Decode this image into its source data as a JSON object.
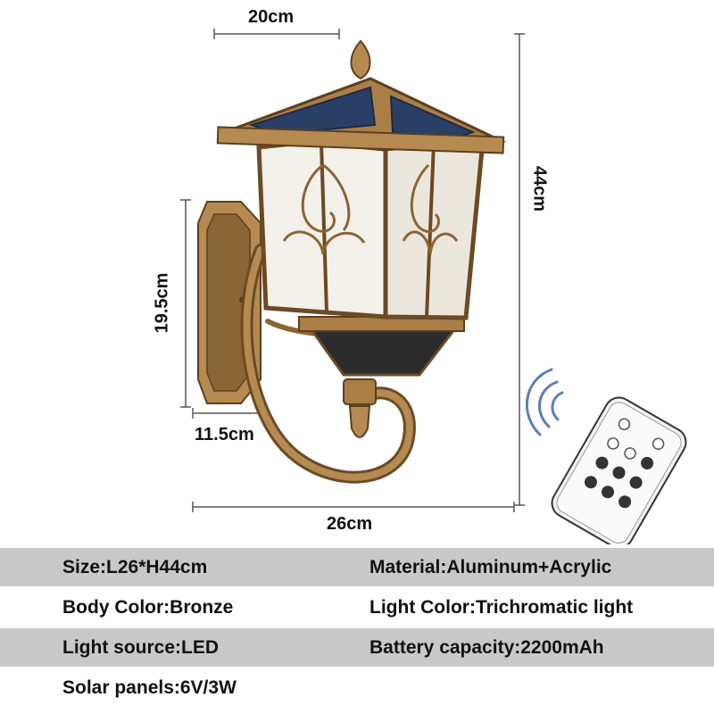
{
  "dimensions": {
    "top_width": "20cm",
    "height": "44cm",
    "bracket_height": "19.5cm",
    "bracket_depth": "11.5cm",
    "bottom_width": "26cm"
  },
  "specs": [
    {
      "left": "Size:L26*H44cm",
      "right": "Material:Aluminum+Acrylic",
      "shaded": true
    },
    {
      "left": "Body Color:Bronze",
      "right": "Light Color:Trichromatic light",
      "shaded": false
    },
    {
      "left": "Light source:LED",
      "right": "Battery capacity:2200mAh",
      "shaded": true
    },
    {
      "left": "Solar panels:6V/3W",
      "right": "",
      "shaded": false
    }
  ],
  "colors": {
    "bronze": "#a97f45",
    "bronze_dark": "#6b4a24",
    "glass": "#f4f1ea",
    "solar": "#2a3f66",
    "band": "#c9c9c9"
  },
  "icons": [
    "wall-lamp-illustration",
    "remote-control-icon",
    "signal-waves-icon"
  ]
}
